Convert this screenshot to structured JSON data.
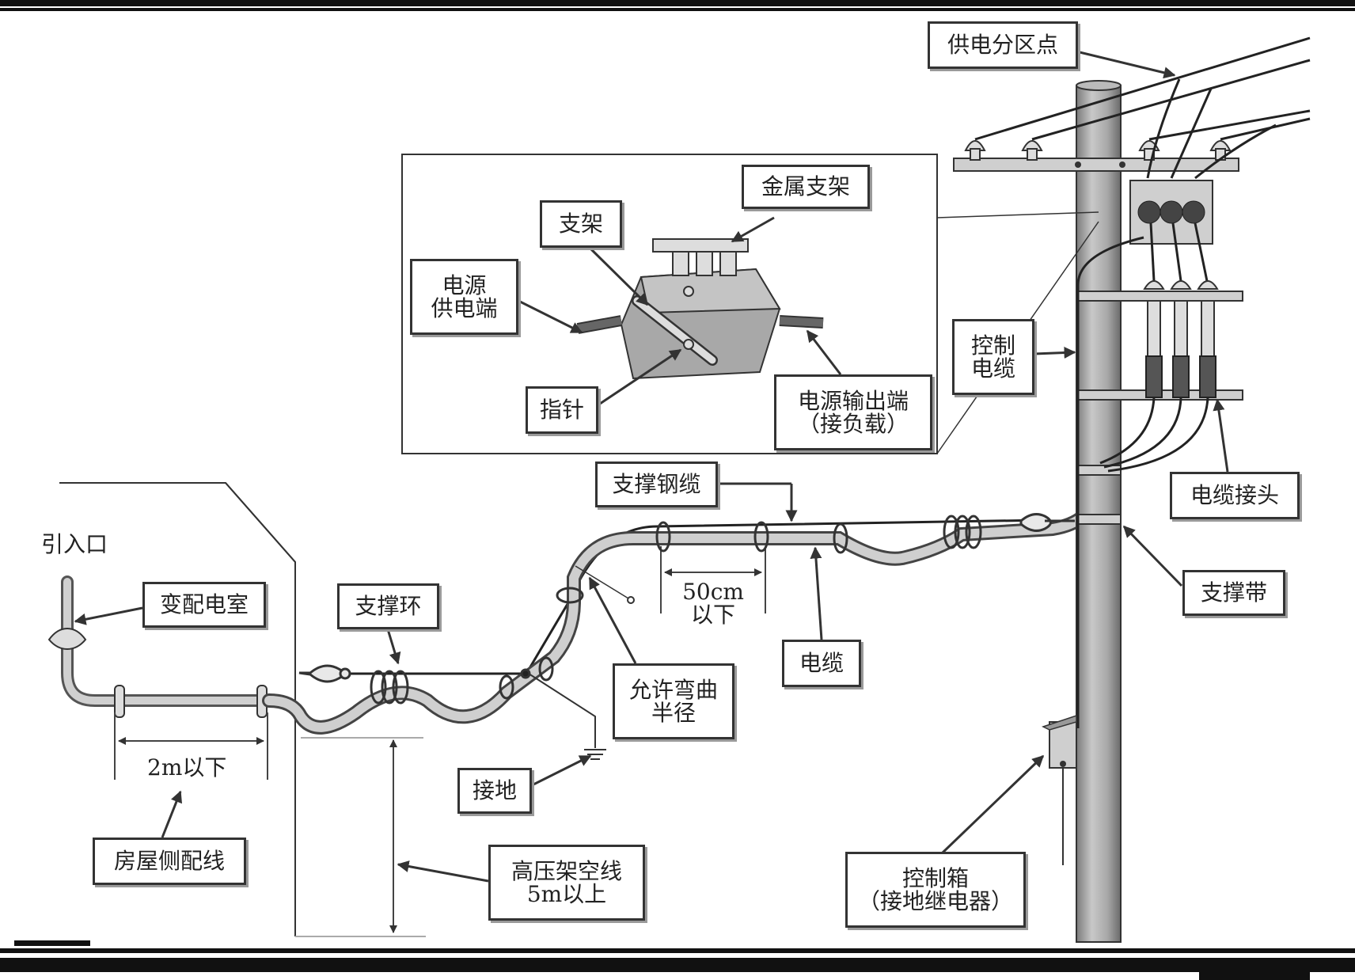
{
  "labels": {
    "supply_section_point": "供电分区点",
    "metal_bracket": "金属支架",
    "bracket": "支架",
    "source_side_line1": "电源",
    "source_side_line2": "供电端",
    "pointer": "指针",
    "output_side_line1": "电源输出端",
    "output_side_line2": "（接负载）",
    "control_cable_line1": "控制",
    "control_cable_line2": "电缆",
    "cable_joint": "电缆接头",
    "support_steel_cable": "支撑钢缆",
    "support_band": "支撑带",
    "entrance": "引入口",
    "substation_room": "变配电室",
    "support_ring": "支撑环",
    "spacing_50cm_line1": "50cm",
    "spacing_50cm_line2": "以下",
    "cable": "电缆",
    "bend_radius_line1": "允许弯曲",
    "bend_radius_line2": "半径",
    "spacing_2m": "2m以下",
    "grounding": "接地",
    "house_wiring": "房屋侧配线",
    "hv_overhead_line1": "高压架空线",
    "hv_overhead_line2": "5m以上",
    "control_box_line1": "控制箱",
    "control_box_line2": "（接地继电器）"
  }
}
